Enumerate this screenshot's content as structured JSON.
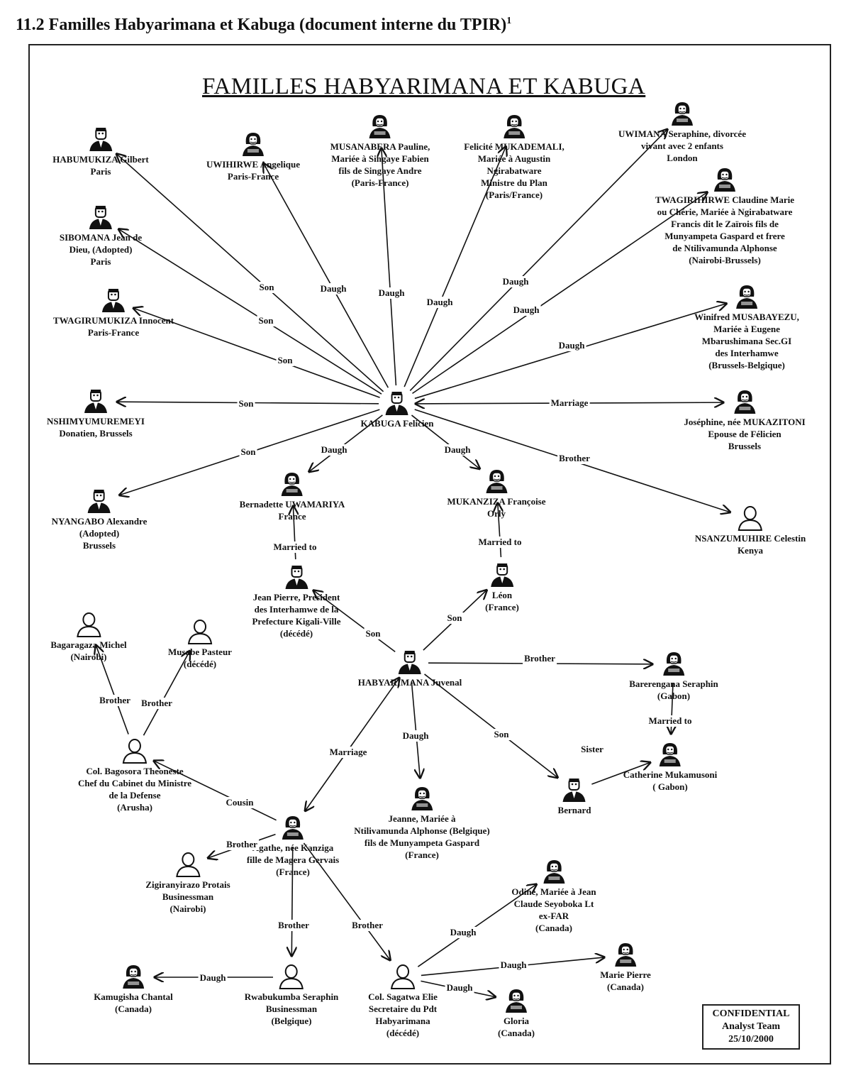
{
  "page": {
    "heading": "11.2 Familles Habyarimana et Kabuga (document interne du TPIR)",
    "footnote_mark": "1",
    "diagram_title": "FAMILLES HABYARIMANA ET KABUGA"
  },
  "stamp": {
    "line1": "CONFIDENTIAL",
    "line2": "Analyst Team",
    "line3": "25/10/2000"
  },
  "nodes": {
    "habumukiza": {
      "icon": "man-icon",
      "lines": [
        "HABUMUKIZA Gilbert",
        "Paris"
      ]
    },
    "uwihirwe": {
      "icon": "woman-icon",
      "lines": [
        "UWIHIRWE Angelique",
        "Paris-France"
      ]
    },
    "musanabera": {
      "icon": "woman-icon",
      "lines": [
        "MUSANABERA Pauline,",
        "Mariée à Singaye Fabien",
        "fils de Singaye Andre",
        "(Paris-France)"
      ]
    },
    "mukademali": {
      "icon": "woman-icon",
      "lines": [
        "Felicité MUKADEMALI,",
        "Mariée à Augustin",
        "Ngirabatware",
        "Ministre du Plan",
        "(Paris/France)"
      ]
    },
    "uwimana": {
      "icon": "woman-icon",
      "lines": [
        "UWIMANA Seraphine, divorcée",
        "vivant avec 2 enfants",
        "London"
      ]
    },
    "twagirihirwe": {
      "icon": "woman-icon",
      "lines": [
        "TWAGIRIHIRWE Claudine Marie",
        "ou Chérie, Mariée à Ngirabatware",
        "Francis dit le Zaïrois fils de",
        "Munyampeta Gaspard et frere",
        "de Ntilivamunda Alphonse",
        "(Nairobi-Brussels)"
      ]
    },
    "sibomana": {
      "icon": "man-icon",
      "lines": [
        "SIBOMANA Jean de",
        "Dieu, (Adopted)",
        "Paris"
      ]
    },
    "twagirumukiza": {
      "icon": "man-icon",
      "lines": [
        "TWAGIRUMUKIZA Innocent",
        "Paris-France"
      ]
    },
    "musabayezu": {
      "icon": "woman-icon",
      "lines": [
        "Winifred MUSABAYEZU,",
        "Mariée à Eugene",
        "Mbarushimana Sec.GI",
        "des Interhamwe",
        "(Brussels-Belgique)"
      ]
    },
    "nshimyumuremeyi": {
      "icon": "man-icon",
      "lines": [
        "NSHIMYUMUREMEYI",
        "Donatien, Brussels"
      ]
    },
    "kabuga": {
      "icon": "man-icon",
      "lines": [
        "KABUGA Felicien"
      ]
    },
    "josephine": {
      "icon": "woman-icon",
      "lines": [
        "Joséphine, née MUKAZITONI",
        "Epouse de Félicien",
        "Brussels"
      ]
    },
    "nyangabo": {
      "icon": "man-icon",
      "lines": [
        "NYANGABO Alexandre",
        "(Adopted)",
        "Brussels"
      ]
    },
    "uwamariya": {
      "icon": "woman-icon",
      "lines": [
        "Bernadette UWAMARIYA",
        "France"
      ]
    },
    "mukanziza": {
      "icon": "woman-icon",
      "lines": [
        "MUKANZIZA Françoise",
        "Orly"
      ]
    },
    "nsanzumuhire": {
      "icon": "person-icon",
      "lines": [
        "NSANZUMUHIRE Celestin",
        "Kenya"
      ]
    },
    "jeanpierre": {
      "icon": "man-icon",
      "lines": [
        "Jean Pierre, President",
        "des Interhamwe de la",
        "Prefecture Kigali-Ville",
        "(décédé)"
      ]
    },
    "leon": {
      "icon": "man-icon",
      "lines": [
        "Léon",
        "(France)"
      ]
    },
    "bagaragaza": {
      "icon": "person-icon",
      "lines": [
        "Bagaragaza Michel",
        "(Nairobi)"
      ]
    },
    "musabe": {
      "icon": "person-icon",
      "lines": [
        "Musabe Pasteur",
        "(décédé)"
      ]
    },
    "habyarimana": {
      "icon": "man-icon",
      "lines": [
        "HABYARIMANA Juvenal"
      ]
    },
    "barerengana": {
      "icon": "woman-icon",
      "lines": [
        "Barerengana Seraphin",
        "(Gabon)"
      ]
    },
    "bagosora": {
      "icon": "person-icon",
      "lines": [
        "Col. Bagosora Theoneste",
        "Chef du Cabinet du Ministre",
        "de la Defense",
        "(Arusha)"
      ]
    },
    "catherine": {
      "icon": "woman-icon",
      "lines": [
        "Catherine Mukamusoni",
        "( Gabon)"
      ]
    },
    "jeanne": {
      "icon": "woman-icon",
      "lines": [
        "Jeanne, Mariée à",
        "Ntilivamunda Alphonse (Belgique)",
        "fils de Munyampeta Gaspard",
        "(France)"
      ]
    },
    "bernard": {
      "icon": "man-icon",
      "lines": [
        "Bernard"
      ]
    },
    "agathe": {
      "icon": "woman-icon",
      "lines": [
        "Agathe, née Kanziga",
        "fille de Magera Gervais",
        "(France)"
      ]
    },
    "zigiranyirazo": {
      "icon": "person-icon",
      "lines": [
        "Zigiranyirazo Protais",
        "Businessman",
        "(Nairobi)"
      ]
    },
    "odine": {
      "icon": "woman-icon",
      "lines": [
        "Odine, Mariée à Jean",
        "Claude Seyoboka Lt",
        "ex-FAR",
        "(Canada)"
      ]
    },
    "mariepierre": {
      "icon": "woman-icon",
      "lines": [
        "Marie Pierre",
        "(Canada)"
      ]
    },
    "kamugisha": {
      "icon": "woman-icon",
      "lines": [
        "Kamugisha Chantal",
        "(Canada)"
      ]
    },
    "rwabukumba": {
      "icon": "person-icon",
      "lines": [
        "Rwabukumba Seraphin",
        "Businessman",
        "(Belgique)"
      ]
    },
    "sagatwa": {
      "icon": "person-icon",
      "lines": [
        "Col. Sagatwa Elie",
        "Secretaire du Pdt",
        "Habyarimana",
        "(décédé)"
      ]
    },
    "gloria": {
      "icon": "woman-icon",
      "lines": [
        "Gloria",
        "(Canada)"
      ]
    }
  },
  "edges": [
    {
      "from": "kabuga",
      "to": "habumukiza",
      "label": "Son"
    },
    {
      "from": "kabuga",
      "to": "uwihirwe",
      "label": "Daugh"
    },
    {
      "from": "kabuga",
      "to": "musanabera",
      "label": "Daugh"
    },
    {
      "from": "kabuga",
      "to": "mukademali",
      "label": "Daugh"
    },
    {
      "from": "kabuga",
      "to": "uwimana",
      "label": "Daugh"
    },
    {
      "from": "kabuga",
      "to": "twagirihirwe",
      "label": "Daugh"
    },
    {
      "from": "kabuga",
      "to": "sibomana",
      "label": "Son"
    },
    {
      "from": "kabuga",
      "to": "twagirumukiza",
      "label": "Son"
    },
    {
      "from": "kabuga",
      "to": "musabayezu",
      "label": "Daugh"
    },
    {
      "from": "kabuga",
      "to": "nshimyumuremeyi",
      "label": "Son"
    },
    {
      "from": "kabuga",
      "to": "josephine",
      "label": "Marriage",
      "both": true
    },
    {
      "from": "kabuga",
      "to": "nyangabo",
      "label": "Son"
    },
    {
      "from": "kabuga",
      "to": "uwamariya",
      "label": "Daugh"
    },
    {
      "from": "kabuga",
      "to": "mukanziza",
      "label": "Daugh"
    },
    {
      "from": "kabuga",
      "to": "nsanzumuhire",
      "label": "Brother"
    },
    {
      "from": "jeanpierre",
      "to": "uwamariya",
      "label": "Married to"
    },
    {
      "from": "leon",
      "to": "mukanziza",
      "label": "Married to"
    },
    {
      "from": "habyarimana",
      "to": "jeanpierre",
      "label": "Son"
    },
    {
      "from": "habyarimana",
      "to": "leon",
      "label": "Son"
    },
    {
      "from": "habyarimana",
      "to": "barerengana",
      "label": "Brother"
    },
    {
      "from": "barerengana",
      "to": "catherine",
      "label": "Married to"
    },
    {
      "from": "habyarimana",
      "to": "jeanne",
      "label": "Daugh"
    },
    {
      "from": "habyarimana",
      "to": "bernard",
      "label": "Son"
    },
    {
      "from": "habyarimana",
      "to": "agathe",
      "label": "Marriage",
      "both": true
    },
    {
      "from": "bernard",
      "to": "catherine",
      "label": "Sister"
    },
    {
      "from": "agathe",
      "to": "bagosora",
      "label": "Cousin"
    },
    {
      "from": "bagosora",
      "to": "bagaragaza",
      "label": "Brother"
    },
    {
      "from": "bagosora",
      "to": "musabe",
      "label": "Brother"
    },
    {
      "from": "agathe",
      "to": "zigiranyirazo",
      "label": "Brother"
    },
    {
      "from": "agathe",
      "to": "rwabukumba",
      "label": "Brother"
    },
    {
      "from": "agathe",
      "to": "sagatwa",
      "label": "Brother"
    },
    {
      "from": "rwabukumba",
      "to": "kamugisha",
      "label": "Daugh"
    },
    {
      "from": "sagatwa",
      "to": "odine",
      "label": "Daugh"
    },
    {
      "from": "sagatwa",
      "to": "mariepierre",
      "label": "Daugh"
    },
    {
      "from": "sagatwa",
      "to": "gloria",
      "label": "Daugh"
    }
  ]
}
